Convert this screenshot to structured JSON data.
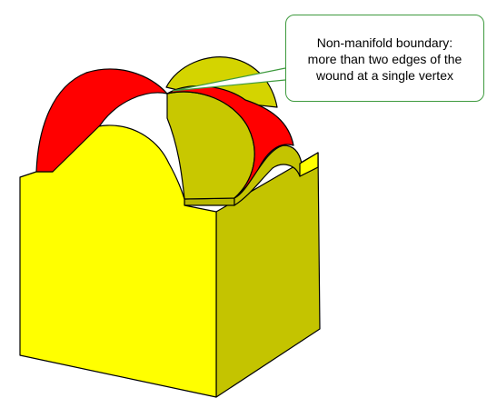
{
  "callout": {
    "lines": [
      "Non-manifold boundary:",
      "more than two edges of the",
      "wound at a single vertex"
    ],
    "border_color": "#3e9a3e"
  },
  "model": {
    "body_color": "#ffff00",
    "side_color": "#c4c400",
    "highlight_color": "#ff0000",
    "edge_color": "#000000"
  }
}
